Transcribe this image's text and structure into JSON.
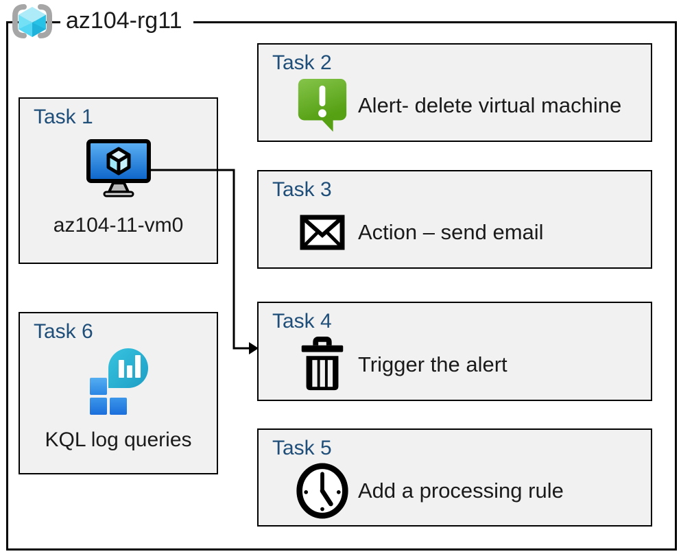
{
  "header": {
    "title": "az104-rg11",
    "icon": "resource-group-icon"
  },
  "tasks": [
    {
      "id": "task1",
      "title": "Task 1",
      "label": "az104-11-vm0",
      "icon": "virtual-machine-icon"
    },
    {
      "id": "task2",
      "title": "Task 2",
      "label": "Alert- delete virtual machine",
      "icon": "alert-icon"
    },
    {
      "id": "task3",
      "title": "Task 3",
      "label": "Action – send email",
      "icon": "email-icon"
    },
    {
      "id": "task4",
      "title": "Task 4",
      "label": "Trigger the alert",
      "icon": "trash-icon"
    },
    {
      "id": "task5",
      "title": "Task 5",
      "label": "Add a processing rule",
      "icon": "clock-icon"
    },
    {
      "id": "task6",
      "title": "Task 6",
      "label": "KQL log queries",
      "icon": "log-analytics-icon"
    }
  ],
  "connector": {
    "from": "task1",
    "to": "task4"
  },
  "colors": {
    "task_title_blue": "#1f4e79",
    "box_background": "#f1f1f1",
    "border_black": "#000000",
    "alert_green_light": "#85c44a",
    "alert_green_dark": "#55a013",
    "monitor_blue_light": "#5eb2f5",
    "monitor_blue_dark": "#0b63c8",
    "log_teal_light": "#38c4e0",
    "log_teal_dark": "#1d9dc4",
    "square_blue_light": "#55aef1",
    "square_blue_dark": "#1c6fdb",
    "cube_cyan_top": "#aeebf9",
    "cube_cyan_left": "#52d6f3",
    "cube_cyan_right": "#28c2e7",
    "bracket_gray": "#a6a6a6"
  }
}
